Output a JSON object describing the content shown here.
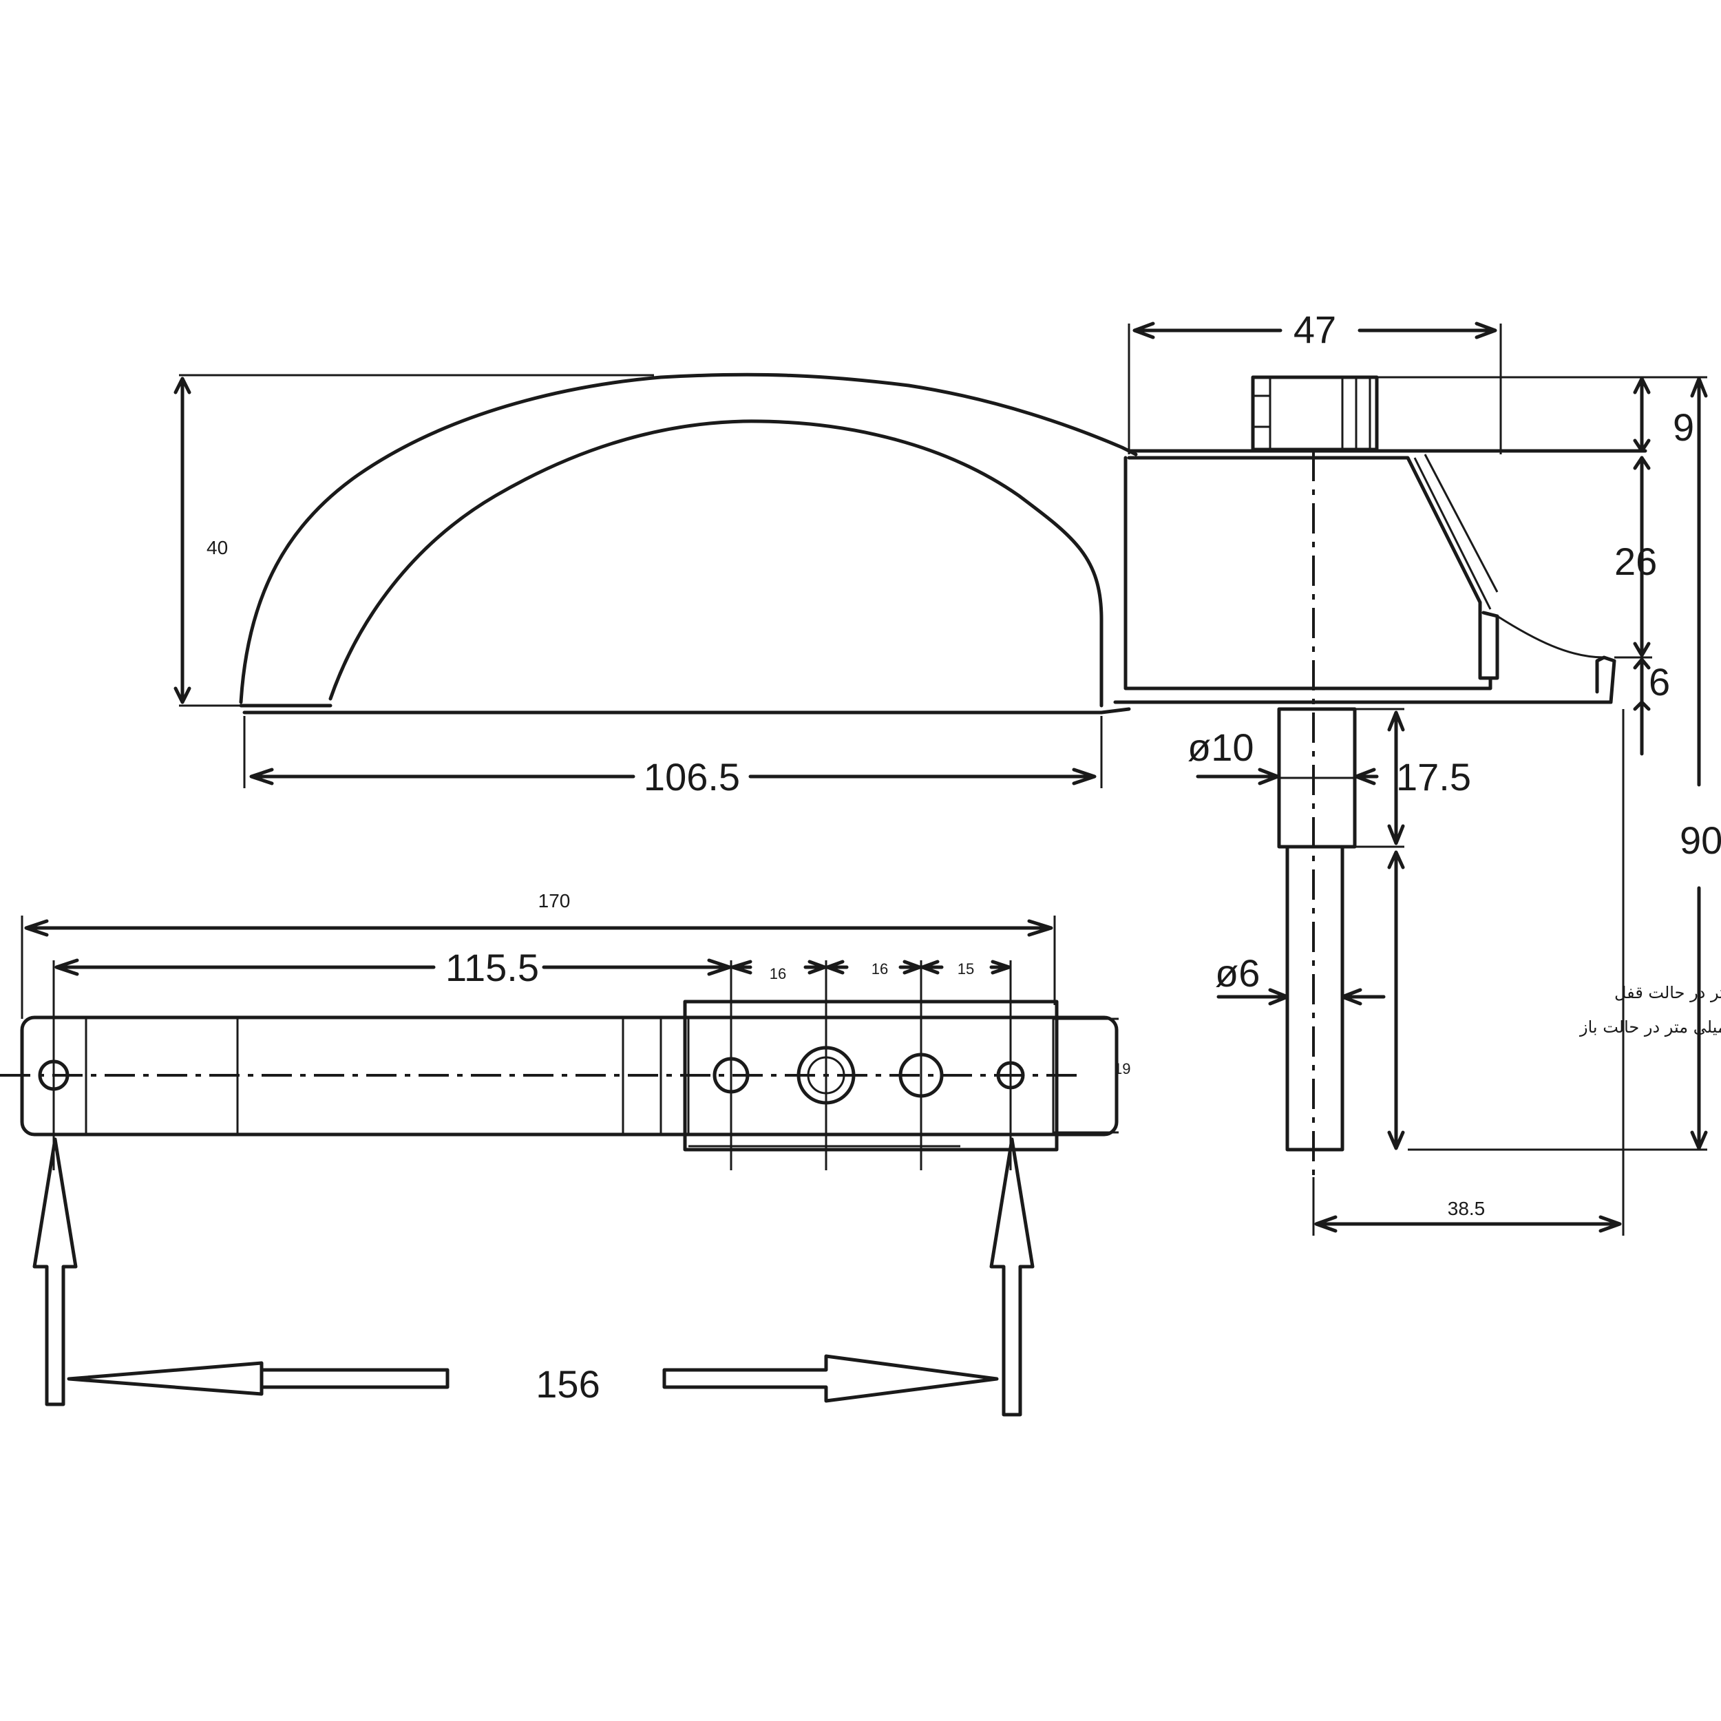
{
  "dimensions": {
    "d47": "47",
    "d9": "9",
    "d26": "26",
    "d6": "6",
    "d90": "90",
    "d40": "40",
    "d106_5": "106.5",
    "dia10": "ø10",
    "d17_5": "17.5",
    "dia6": "ø6",
    "d38_5": "38.5",
    "d170": "170",
    "d115_5": "115.5",
    "d16a": "16",
    "d16b": "16",
    "d15": "15",
    "d19": "19",
    "d156": "156"
  },
  "notes": {
    "locked": "هیجده میلی متر در حالت قفل",
    "open": "ده میلی متر در حالت باز"
  }
}
